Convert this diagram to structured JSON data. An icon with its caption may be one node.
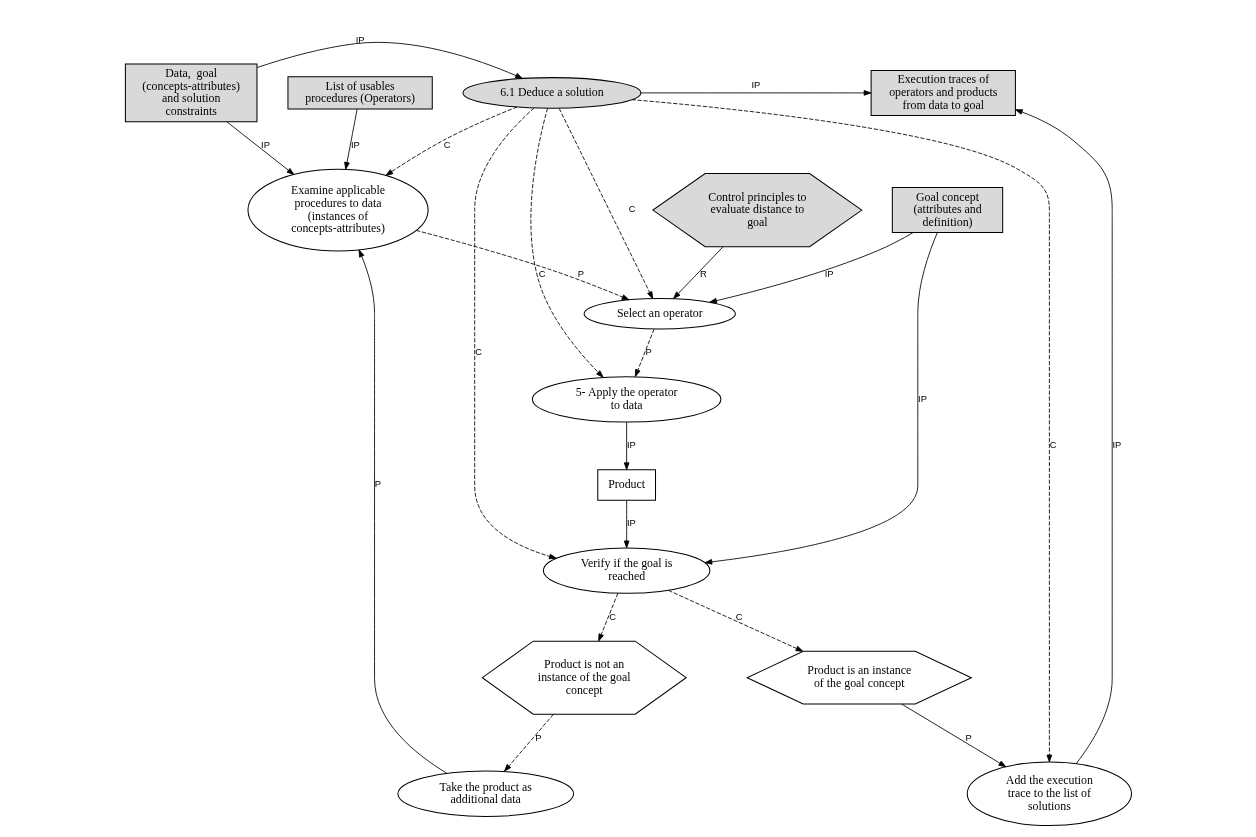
{
  "diagram": {
    "nodes": [
      {
        "text": [
          "Data,  goal (concepts-attributes) and solution constraints"
        ]
      },
      {
        "text": [
          "6.1 Deduce a solution"
        ]
      },
      {
        "text": [
          "Execution traces of operators and products from data to goal"
        ]
      },
      {
        "text": [
          "List of usables procedures (Operators)"
        ]
      },
      {
        "text": [
          "5- Apply the operator to data"
        ]
      },
      {
        "text": [
          "Add the execution trace to the list of solutions"
        ]
      },
      {
        "text": [
          "Select an operator"
        ]
      },
      {
        "text": [
          "Product"
        ]
      },
      {
        "text": [
          "Verify if the goal is reached"
        ]
      },
      {
        "text": [
          "Examine applicable procedures to data (instances of concepts-attributes)"
        ]
      },
      {
        "text": [
          "Control principles to evaluate distance to goal"
        ]
      },
      {
        "text": [
          "Goal concept (attributes and definition)"
        ]
      },
      {
        "text": [
          "Product is not an instance of the goal concept"
        ]
      },
      {
        "text": [
          "Product is an instance of the goal concept"
        ]
      },
      {
        "text": [
          "Take the product as additional data"
        ]
      }
    ],
    "edges": [
      {
        "from": 0,
        "to": 1,
        "arrow": "to",
        "label": "IP"
      },
      {
        "from": 1,
        "to": 2,
        "arrow": "to",
        "label": "IP"
      },
      {
        "from": 5,
        "to": 2,
        "arrow": "to",
        "label": "IP"
      },
      {
        "from": 1,
        "to": 5,
        "arrow": "to",
        "label": "C",
        "style": "dashed"
      },
      {
        "from": 1,
        "to": 8,
        "arrow": "to",
        "label": "C",
        "style": "dashed"
      },
      {
        "from": 1,
        "to": 4,
        "arrow": "to",
        "label": "C",
        "style": "dashed"
      },
      {
        "from": 1,
        "to": 6,
        "arrow": "to",
        "label": "C",
        "style": "dashed"
      },
      {
        "from": 1,
        "to": 9,
        "arrow": "to",
        "label": "C",
        "style": "dashed"
      },
      {
        "from": 0,
        "to": 9,
        "arrow": "to",
        "label": "IP"
      },
      {
        "from": 3,
        "to": 9,
        "arrow": "to",
        "label": "IP"
      },
      {
        "from": 9,
        "to": 6,
        "arrow": "to",
        "label": "P",
        "style": "dashed"
      },
      {
        "from": 6,
        "to": 4,
        "arrow": "to",
        "label": "P",
        "style": "dashed"
      },
      {
        "from": 4,
        "to": 7,
        "arrow": "to",
        "label": "IP"
      },
      {
        "from": 7,
        "to": 8,
        "arrow": "to",
        "label": "IP"
      },
      {
        "from": 11,
        "to": 6,
        "arrow": "to",
        "label": "IP"
      },
      {
        "from": 11,
        "to": 8,
        "arrow": "to",
        "label": "IP"
      },
      {
        "from": 10,
        "to": 6,
        "arrow": "to",
        "label": "R"
      },
      {
        "from": 8,
        "to": 12,
        "arrow": "to",
        "label": "C",
        "style": "dashed"
      },
      {
        "from": 8,
        "to": 13,
        "arrow": "to",
        "label": "C",
        "style": "dashed"
      },
      {
        "from": 13,
        "to": 5,
        "arrow": "to",
        "label": "P"
      },
      {
        "from": 12,
        "to": 14,
        "arrow": "to",
        "label": "P",
        "style": "dashed"
      },
      {
        "from": 14,
        "to": 9,
        "arrow": "to",
        "label": "P"
      }
    ]
  }
}
